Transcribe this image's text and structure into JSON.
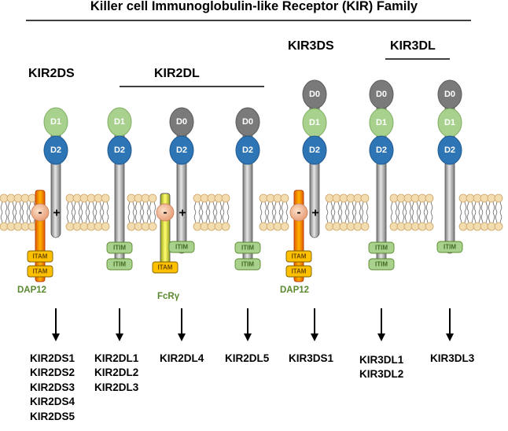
{
  "title": "Killer cell Immunoglobulin-like Receptor (KIR) Family",
  "groups": {
    "kir2ds": "KIR2DS",
    "kir2dl": "KIR2DL",
    "kir3ds": "KIR3DS",
    "kir3dl": "KIR3DL"
  },
  "domains": {
    "d0": "D0",
    "d1": "D1",
    "d2": "D2"
  },
  "motifs": {
    "itam": "ITAM",
    "itim": "ITIM"
  },
  "charges": {
    "negative": "-",
    "positive": "+"
  },
  "adapters": {
    "dap12": "DAP12",
    "fcr": "FcRγ"
  },
  "members": {
    "kir2ds": [
      "KIR2DS1",
      "KIR2DS2",
      "KIR2DS3",
      "KIR2DS4",
      "KIR2DS5"
    ],
    "kir2dl_a": [
      "KIR2DL1",
      "KIR2DL2",
      "KIR2DL3"
    ],
    "kir2dl4": [
      "KIR2DL4"
    ],
    "kir2dl5": [
      "KIR2DL5"
    ],
    "kir3ds1": [
      "KIR3DS1"
    ],
    "kir3dl_a": [
      "KIR3DL1",
      "KIR3DL2"
    ],
    "kir3dl3": [
      "KIR3DL3"
    ]
  },
  "colors": {
    "d0": "#7a7a7a",
    "d1": "#a9d18e",
    "d2": "#2e75b6",
    "itim_fill": "#a9d18e",
    "itam_fill": "#ffc000",
    "adapter_text": "#5a8a2e",
    "lipid_head": "#f2dcb0"
  }
}
